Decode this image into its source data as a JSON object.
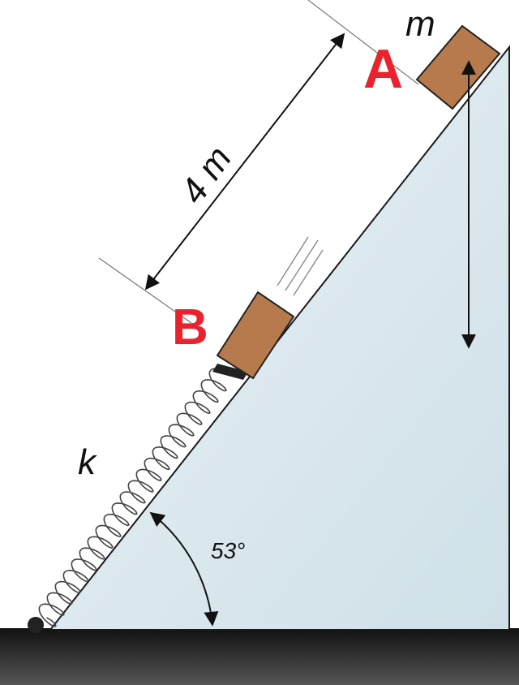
{
  "labels": {
    "mass": "m",
    "point_a": "A",
    "point_b": "B",
    "distance": "4 m",
    "spring_constant": "k",
    "angle": "53°"
  },
  "colors": {
    "incline": "#dbe8ee",
    "block": "#b77a4c",
    "ground": "#1f1f1f",
    "point_labels": "#e8232e"
  }
}
